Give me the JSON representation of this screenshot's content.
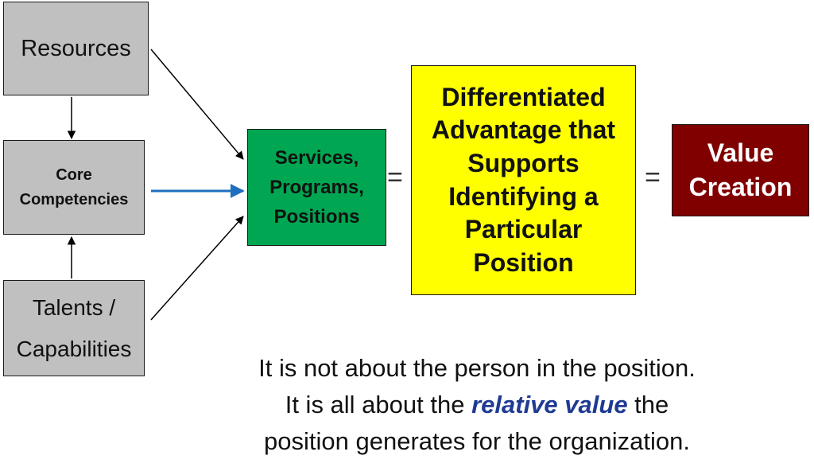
{
  "nodes": {
    "resources": {
      "label": "Resources"
    },
    "core": {
      "line1": "Core",
      "line2": "Competencies"
    },
    "talents": {
      "line1": "Talents /",
      "line2": "Capabilities"
    },
    "services": {
      "line1": "Services,",
      "line2": "Programs,",
      "line3": "Positions"
    },
    "advantage": {
      "line1": "Differentiated",
      "line2": "Advantage that",
      "line3": "Supports",
      "line4": "Identifying a",
      "line5": "Particular",
      "line6": "Position"
    },
    "value": {
      "line1": "Value",
      "line2": "Creation"
    }
  },
  "operators": {
    "eq1": "=",
    "eq2": "="
  },
  "caption": {
    "line1": "It is not about the person in the position.",
    "line2_pre": "It is all about the ",
    "line2_em": "relative value",
    "line2_post": " the",
    "line3": "position generates for the organization."
  },
  "colors": {
    "gray_box": "#c0c0c0",
    "green_box": "#00a651",
    "yellow_box": "#ffff00",
    "maroon_box": "#800000",
    "blue_arrow": "#1f6fbf",
    "emphasis_text": "#1f3a93"
  },
  "edges": [
    {
      "from": "resources",
      "to": "core"
    },
    {
      "from": "talents",
      "to": "core"
    },
    {
      "from": "resources",
      "to": "services"
    },
    {
      "from": "core",
      "to": "services"
    },
    {
      "from": "talents",
      "to": "services"
    }
  ]
}
